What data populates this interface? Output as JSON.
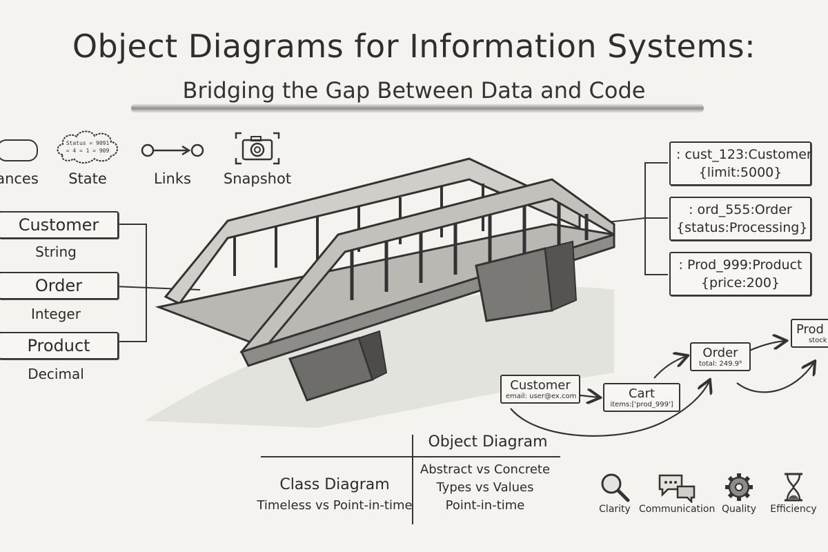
{
  "title": "Object Diagrams for Information Systems:",
  "subtitle": "Bridging the Gap Between Data and Code",
  "concepts": [
    {
      "label": "ances",
      "icon": "instances-icon"
    },
    {
      "label": "State",
      "icon": "state-cloud-icon",
      "cloud_text": [
        "Status = 9091",
        "= 4 = 1 = 909"
      ]
    },
    {
      "label": "Links",
      "icon": "link-arrow-icon"
    },
    {
      "label": "Snapshot",
      "icon": "camera-icon"
    }
  ],
  "class_side": [
    {
      "name": "Customer",
      "type": "String"
    },
    {
      "name": "Order",
      "type": "Integer"
    },
    {
      "name": "Product",
      "type": "Decimal"
    }
  ],
  "object_side": [
    {
      "line1": ": cust_123:Customer",
      "line2": "{limit:5000}"
    },
    {
      "line1": ": ord_555:Order",
      "line2": "{status:Processing}"
    },
    {
      "line1": ": Prod_999:Product",
      "line2": "{price:200}"
    }
  ],
  "flow": {
    "customer": {
      "name": "Customer",
      "attr": "email: user@ex.com"
    },
    "cart": {
      "name": "Cart",
      "attr": "items:['prod_999']"
    },
    "order": {
      "name": "Order",
      "attr": "total: 249.9⁹"
    },
    "product": {
      "name": "Prod",
      "attr": "stock"
    }
  },
  "comparison": {
    "object_heading": "Object Diagram",
    "class_heading": "Class Diagram",
    "class_line": "Timeless vs Point-in-time",
    "object_lines": [
      "Abstract vs Concrete",
      "Types vs Values",
      "Point-in-time"
    ]
  },
  "benefits": [
    {
      "label": "Clarity",
      "icon": "magnifier-icon"
    },
    {
      "label": "Communication",
      "icon": "speech-bubbles-icon"
    },
    {
      "label": "Quality",
      "icon": "gear-icon"
    },
    {
      "label": "Efficiency",
      "icon": "hourglass-icon"
    }
  ]
}
